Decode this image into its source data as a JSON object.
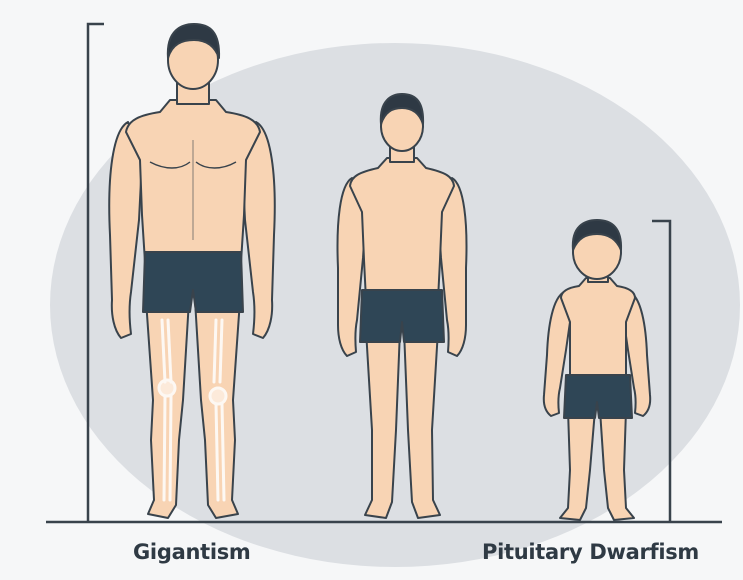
{
  "labels": {
    "left": "Gigantism",
    "right": "Pituitary Dwarfism"
  },
  "figures": [
    {
      "name": "gigantism-figure",
      "relative_height": "tallest",
      "shows_bones": true
    },
    {
      "name": "average-figure",
      "relative_height": "average",
      "shows_bones": false
    },
    {
      "name": "dwarfism-figure",
      "relative_height": "shortest",
      "shows_bones": false
    }
  ],
  "colors": {
    "background": "#f6f7f8",
    "backdrop_circle": "#dcdfe3",
    "skin": "#f8d4b4",
    "outline": "#39434c",
    "hair": "#2e3944",
    "shorts": "#2f4656",
    "bone": "#ffffff",
    "text": "#2f3a44"
  }
}
